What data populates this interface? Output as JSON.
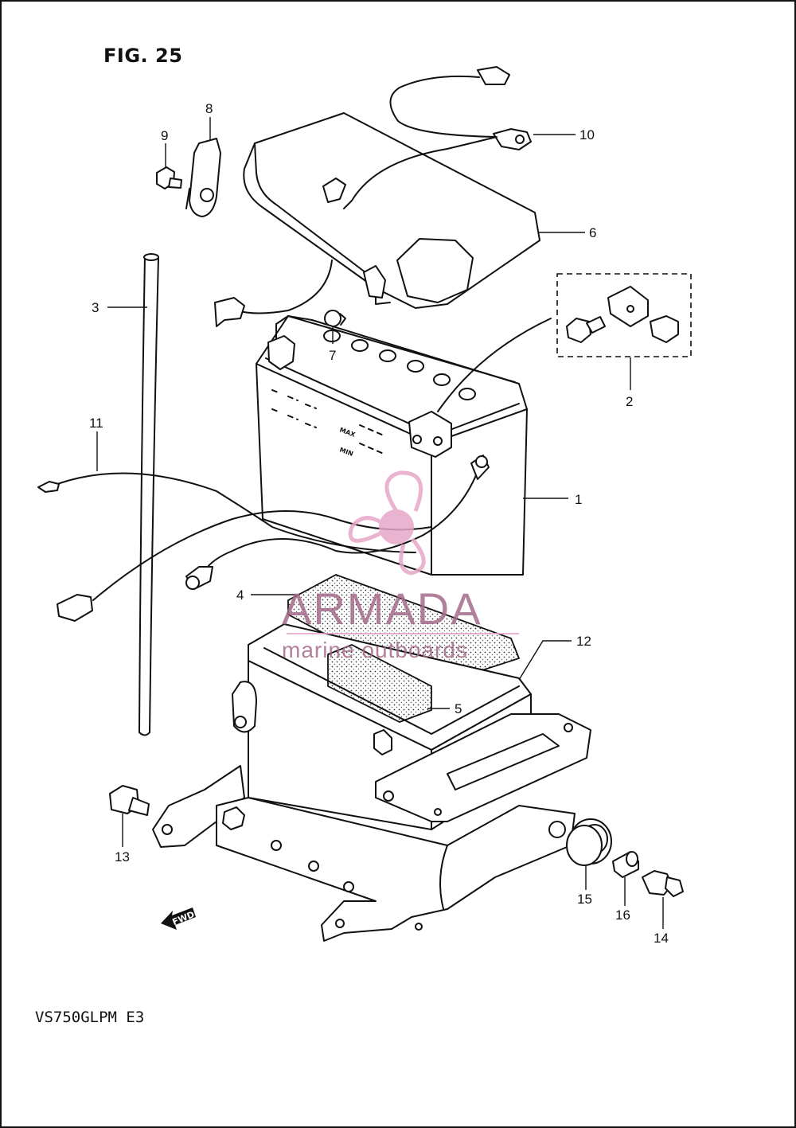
{
  "figure": {
    "title": "FIG. 25",
    "model_code": "VS750GLPM E3",
    "direction_marker": "FWD"
  },
  "battery_labels": {
    "max": "MAX",
    "min": "MIN"
  },
  "callouts": [
    {
      "id": "1",
      "label": "1"
    },
    {
      "id": "2",
      "label": "2"
    },
    {
      "id": "3",
      "label": "3"
    },
    {
      "id": "4",
      "label": "4"
    },
    {
      "id": "5",
      "label": "5"
    },
    {
      "id": "6",
      "label": "6"
    },
    {
      "id": "7",
      "label": "7"
    },
    {
      "id": "8",
      "label": "8"
    },
    {
      "id": "9",
      "label": "9"
    },
    {
      "id": "10",
      "label": "10"
    },
    {
      "id": "11",
      "label": "11"
    },
    {
      "id": "12",
      "label": "12"
    },
    {
      "id": "13",
      "label": "13"
    },
    {
      "id": "14",
      "label": "14"
    },
    {
      "id": "15",
      "label": "15"
    },
    {
      "id": "16",
      "label": "16"
    }
  ],
  "watermark": {
    "brand": "ARMADA",
    "tagline": "marine outboards",
    "color": "#e7a6c8",
    "text_color": "#a46b8a"
  }
}
